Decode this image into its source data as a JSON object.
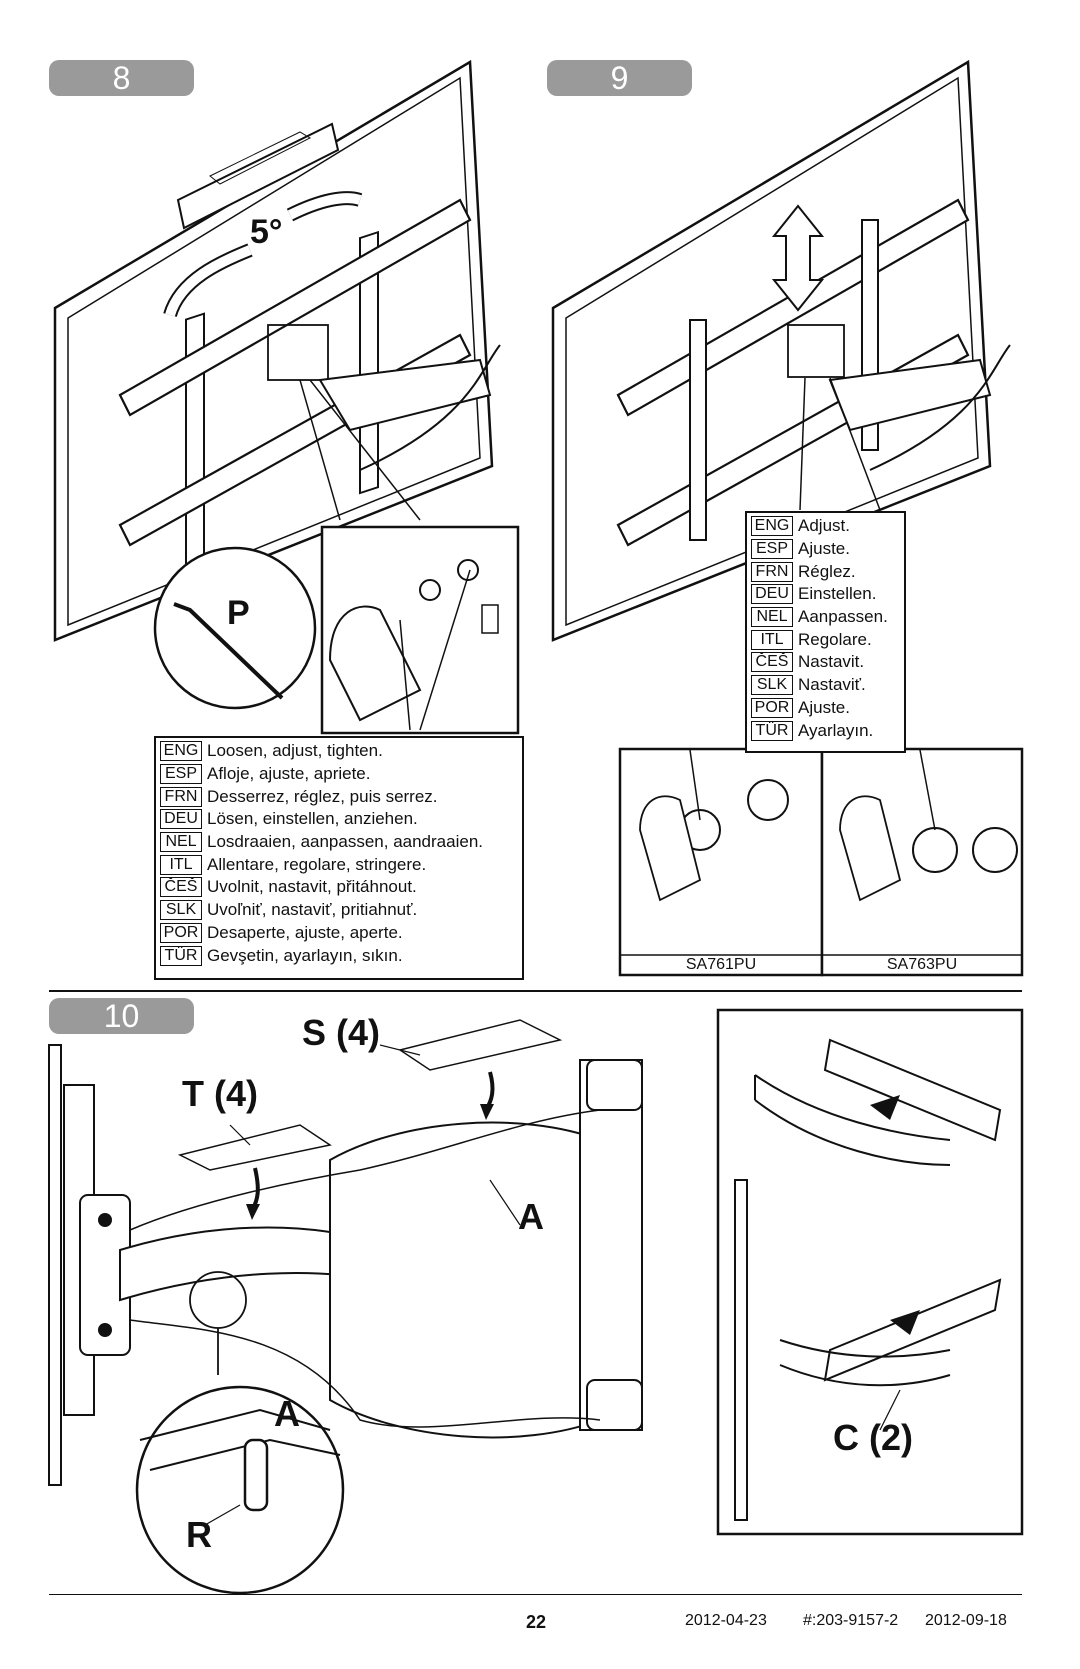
{
  "steps": {
    "s8": "8",
    "s9": "9",
    "s10": "10"
  },
  "step8": {
    "angle_label": "5°",
    "tool_label": "P",
    "instructions": [
      {
        "code": "ENG",
        "text": "Loosen, adjust, tighten."
      },
      {
        "code": "ESP",
        "text": "Afloje, ajuste, apriete."
      },
      {
        "code": "FRN",
        "text": "Desserrez, réglez, puis serrez."
      },
      {
        "code": "DEU",
        "text": "Lösen, einstellen, anziehen."
      },
      {
        "code": "NEL",
        "text": "Losdraaien, aanpassen, aandraaien."
      },
      {
        "code": "ITL",
        "text": "Allentare, regolare, stringere."
      },
      {
        "code": "ČEŠ",
        "text": "Uvolnit, nastavit, přitáhnout."
      },
      {
        "code": "SLK",
        "text": "Uvoľniť, nastaviť, pritiahnuť."
      },
      {
        "code": "POR",
        "text": "Desaperte, ajuste, aperte."
      },
      {
        "code": "TÜR",
        "text": "Gevşetin, ayarlayın, sıkın."
      }
    ]
  },
  "step9": {
    "instructions": [
      {
        "code": "ENG",
        "text": "Adjust."
      },
      {
        "code": "ESP",
        "text": "Ajuste."
      },
      {
        "code": "FRN",
        "text": "Réglez."
      },
      {
        "code": "DEU",
        "text": "Einstellen."
      },
      {
        "code": "NEL",
        "text": "Aanpassen."
      },
      {
        "code": "ITL",
        "text": "Regolare."
      },
      {
        "code": "ČEŠ",
        "text": "Nastavit."
      },
      {
        "code": "SLK",
        "text": "Nastaviť."
      },
      {
        "code": "POR",
        "text": "Ajuste."
      },
      {
        "code": "TÜR",
        "text": "Ayarlayın."
      }
    ],
    "models": [
      "SA761PU",
      "SA763PU"
    ]
  },
  "step10": {
    "label_s": "S (4)",
    "label_t": "T (4)",
    "label_a": "A",
    "label_a_detail": "A",
    "label_r": "R",
    "label_c": "C (2)"
  },
  "footer": {
    "page_number": "22",
    "date": "2012-04-23",
    "doc_id": "#:203-9157-2",
    "rev_date": "2012-09-18"
  }
}
